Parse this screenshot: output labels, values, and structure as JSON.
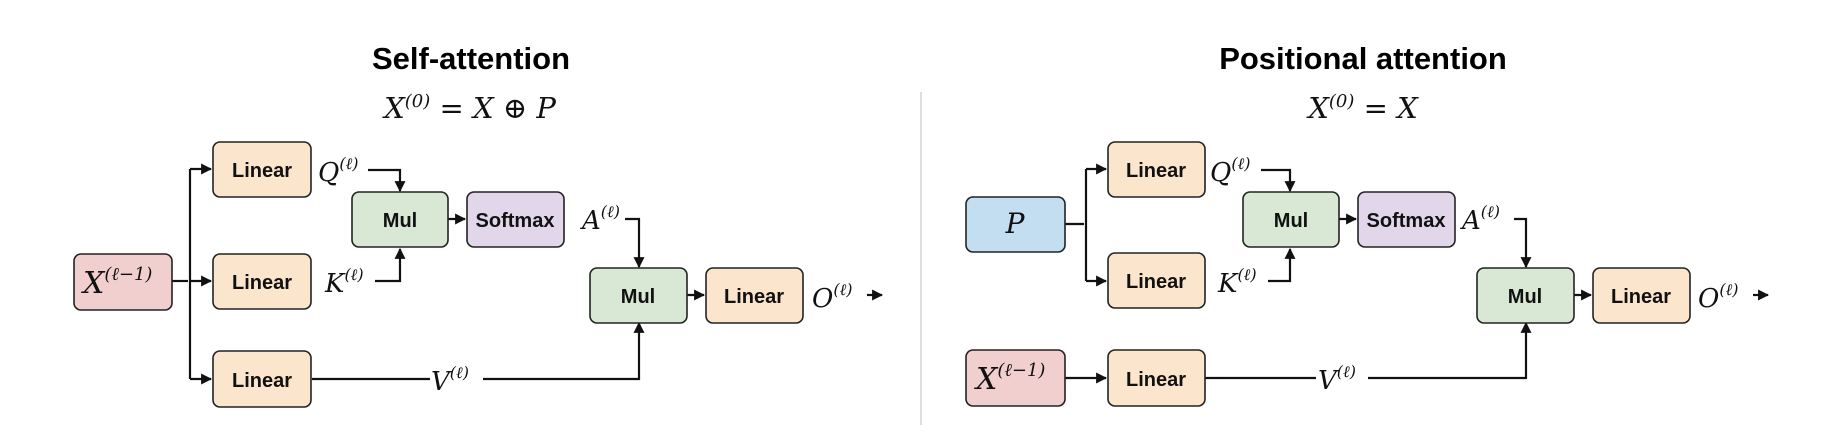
{
  "colors": {
    "linear": "#fbe5cd",
    "mul": "#d8e8d4",
    "softmax": "#e1d6ea",
    "input": "#f2cfcf",
    "positional": "#c3def0",
    "divider": "#c8c8c8",
    "stroke": "#111111"
  },
  "left": {
    "title": "Self-attention",
    "equation": "X(0) = X ⊕ P",
    "equation_base": "X",
    "equation_sup": "(0)",
    "equation_rest": " = X ⊕ P",
    "input_label": "X",
    "input_sup": "(ℓ−1)",
    "linear_q": "Linear",
    "linear_k": "Linear",
    "linear_v": "Linear",
    "mul_1": "Mul",
    "softmax": "Softmax",
    "mul_2": "Mul",
    "linear_out": "Linear",
    "q_label": "Q",
    "q_sup": "(ℓ)",
    "k_label": "K",
    "k_sup": "(ℓ)",
    "v_label": "V",
    "v_sup": "(ℓ)",
    "a_label": "A",
    "a_sup": "(ℓ)",
    "o_label": "O",
    "o_sup": "(ℓ)"
  },
  "right": {
    "title": "Positional attention",
    "equation_base": "X",
    "equation_sup": "(0)",
    "equation_rest": " = X",
    "p_label": "P",
    "input_label": "X",
    "input_sup": "(ℓ−1)",
    "linear_q": "Linear",
    "linear_k": "Linear",
    "linear_v": "Linear",
    "mul_1": "Mul",
    "softmax": "Softmax",
    "mul_2": "Mul",
    "linear_out": "Linear",
    "q_label": "Q",
    "q_sup": "(ℓ)",
    "k_label": "K",
    "k_sup": "(ℓ)",
    "v_label": "V",
    "v_sup": "(ℓ)",
    "a_label": "A",
    "a_sup": "(ℓ)",
    "o_label": "O",
    "o_sup": "(ℓ)"
  }
}
